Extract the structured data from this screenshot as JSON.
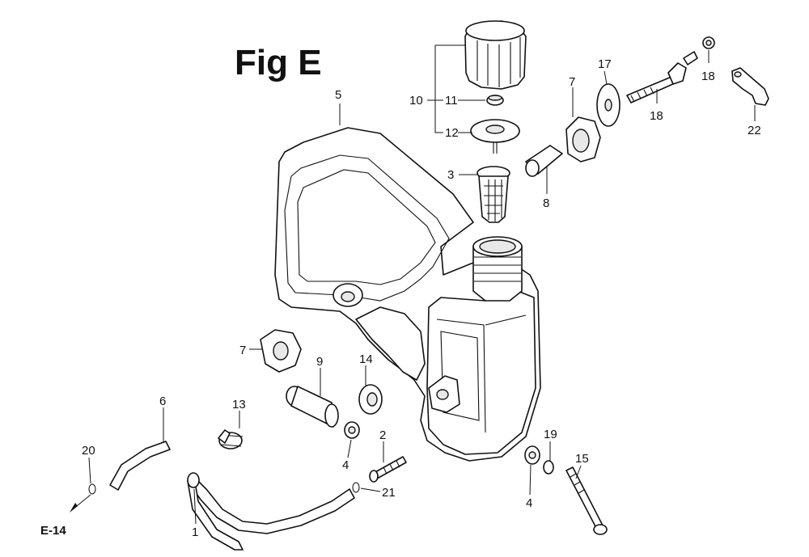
{
  "figure": {
    "title": "Fig E",
    "reference": "E-14"
  },
  "callouts": [
    {
      "key": "c5",
      "label": "5"
    },
    {
      "key": "c10",
      "label": "10"
    },
    {
      "key": "c11",
      "label": "11"
    },
    {
      "key": "c12",
      "label": "12"
    },
    {
      "key": "c3",
      "label": "3"
    },
    {
      "key": "c8",
      "label": "8"
    },
    {
      "key": "c7a",
      "label": "7"
    },
    {
      "key": "c17",
      "label": "17"
    },
    {
      "key": "c18a",
      "label": "18"
    },
    {
      "key": "c18b",
      "label": "18"
    },
    {
      "key": "c22",
      "label": "22"
    },
    {
      "key": "c7b",
      "label": "7"
    },
    {
      "key": "c9",
      "label": "9"
    },
    {
      "key": "c14",
      "label": "14"
    },
    {
      "key": "c13",
      "label": "13"
    },
    {
      "key": "c6",
      "label": "6"
    },
    {
      "key": "c20",
      "label": "20"
    },
    {
      "key": "c1",
      "label": "1"
    },
    {
      "key": "c4a",
      "label": "4"
    },
    {
      "key": "c2",
      "label": "2"
    },
    {
      "key": "c21",
      "label": "21"
    },
    {
      "key": "c4b",
      "label": "4"
    },
    {
      "key": "c19",
      "label": "19"
    },
    {
      "key": "c15",
      "label": "15"
    }
  ]
}
